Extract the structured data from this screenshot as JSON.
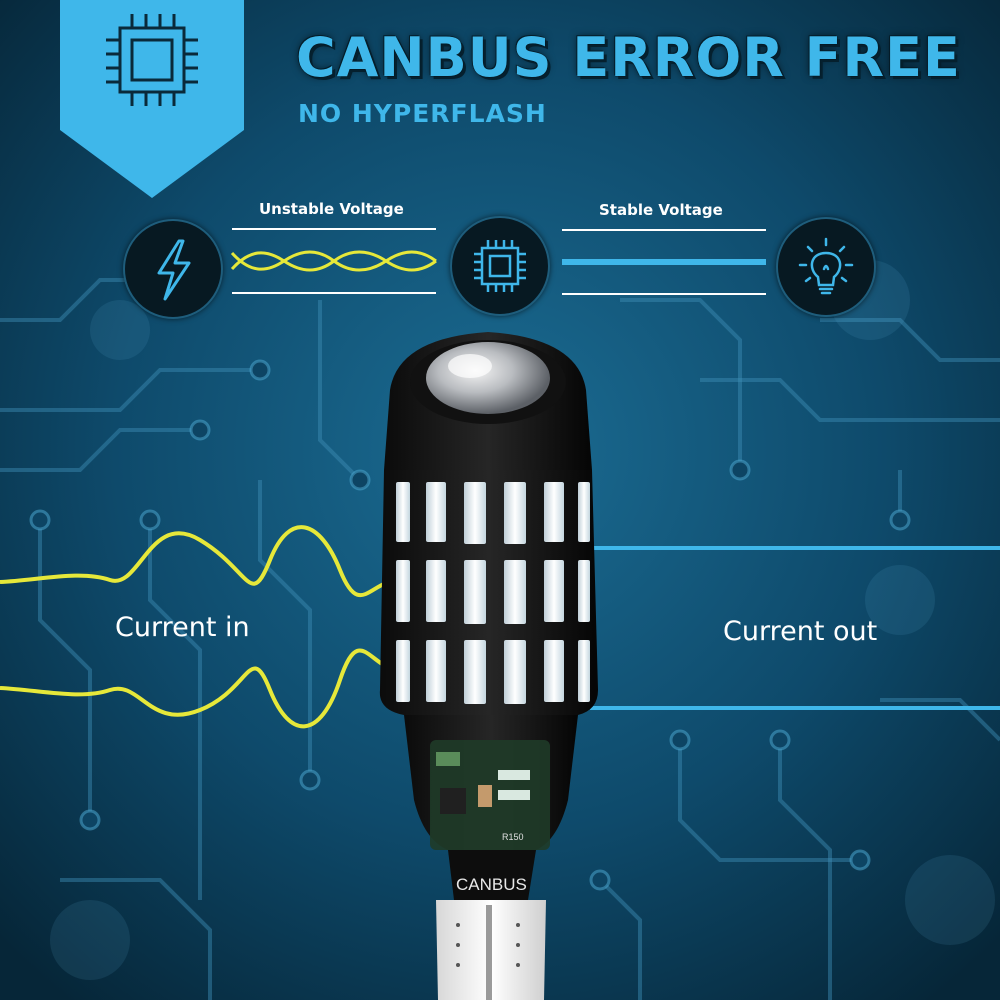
{
  "header": {
    "title": "CANBUS ERROR FREE",
    "subtitle": "NO HYPERFLASH"
  },
  "diagram": {
    "unstable_label": "Unstable Voltage",
    "stable_label": "Stable Voltage"
  },
  "current": {
    "in_label": "Current in",
    "out_label": "Current out"
  },
  "bulb": {
    "chip_text": "CANBUS",
    "resistor_text": "R150"
  },
  "icons": {
    "badge": "chip-icon",
    "circle_left": "lightning-icon",
    "circle_center": "chip-icon",
    "circle_right": "light-bulb-icon"
  },
  "colors": {
    "accent": "#3fb7ea",
    "wave": "#e6e83a",
    "background": "#0a3a55"
  }
}
